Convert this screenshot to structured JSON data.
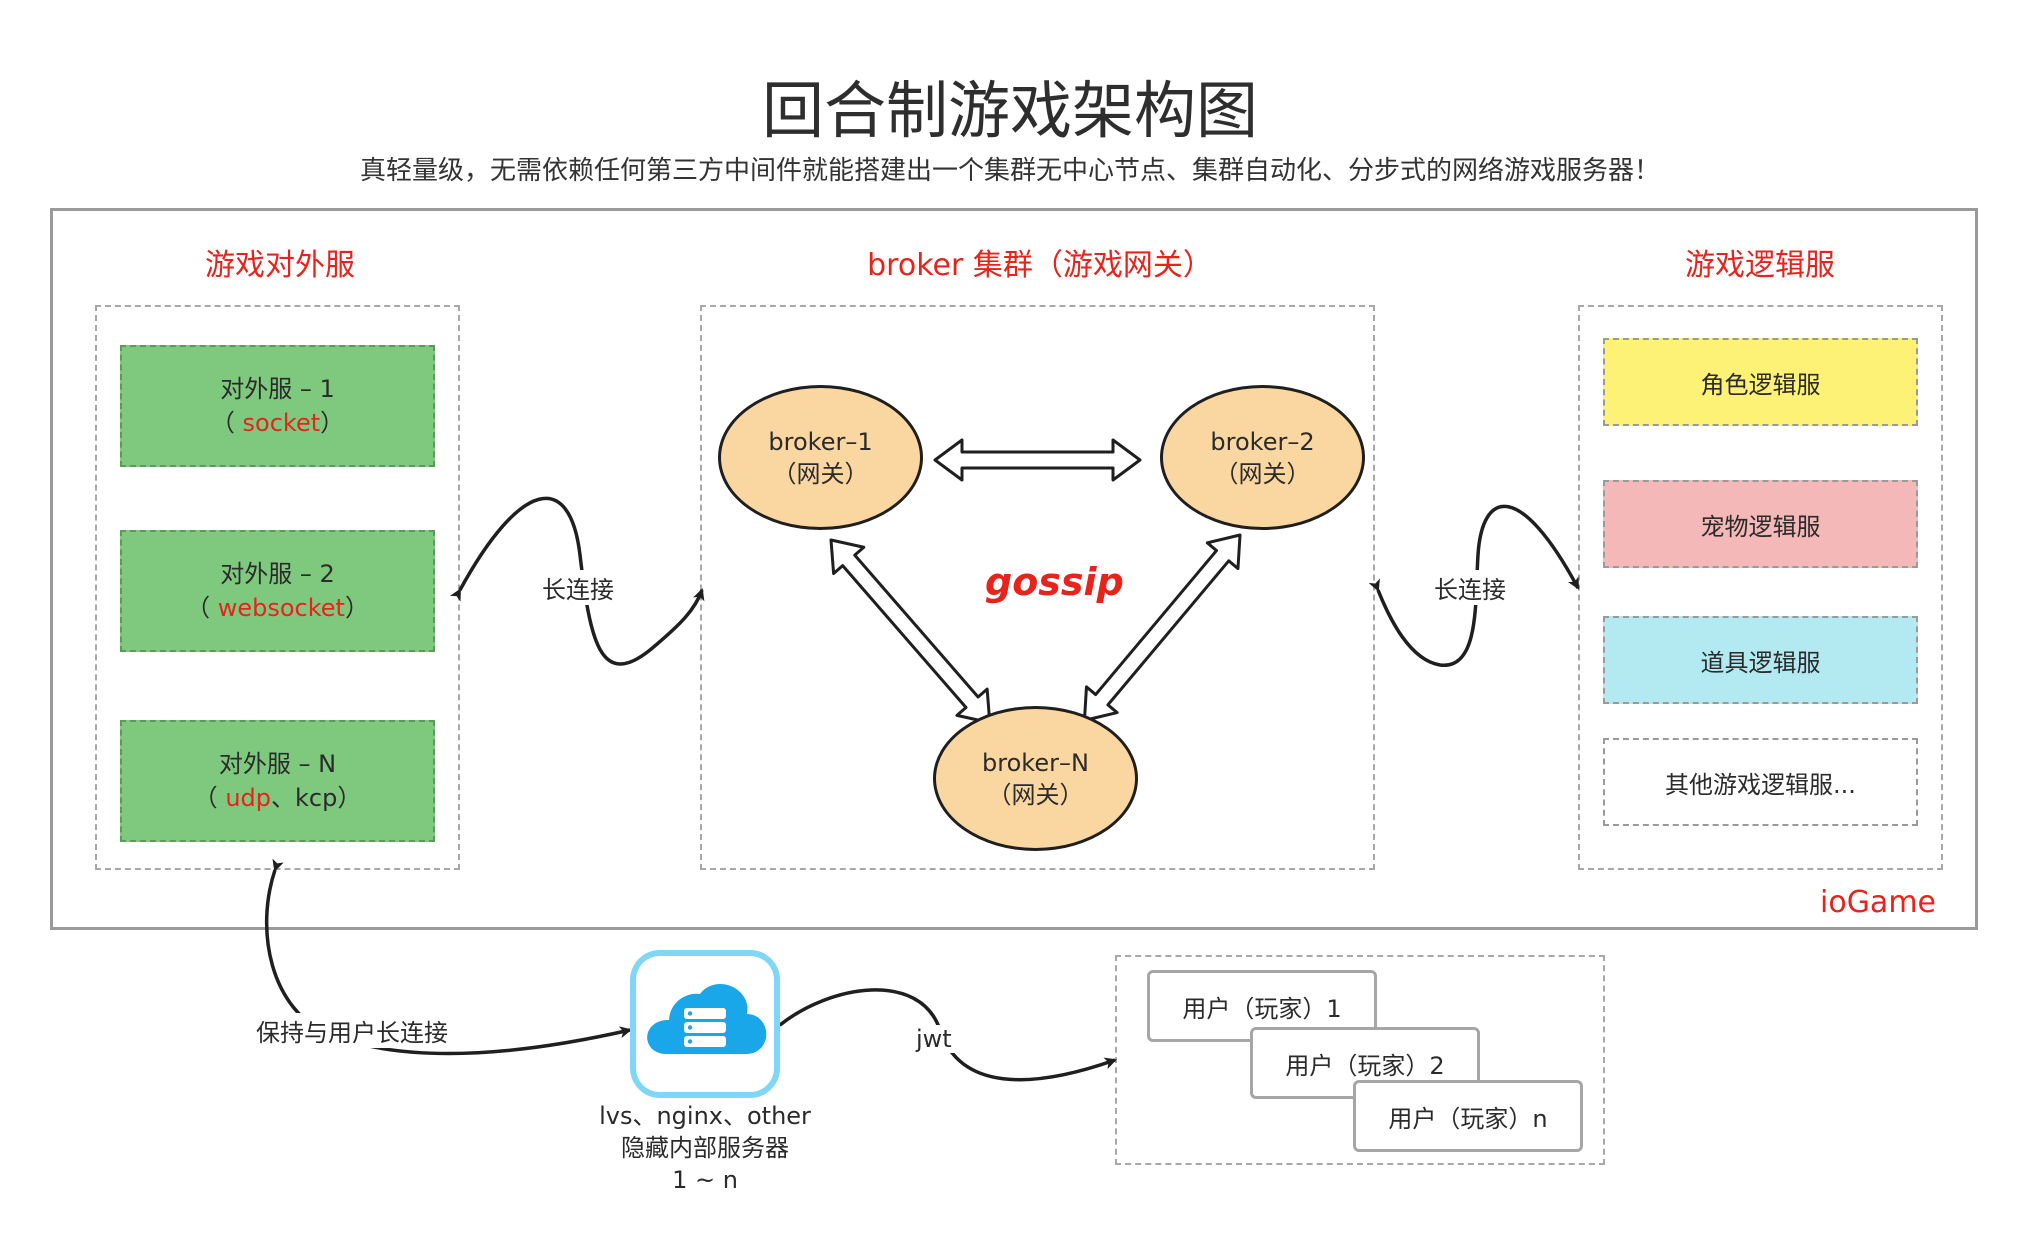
{
  "title": "回合制游戏架构图",
  "subtitle": "真轻量级，无需依赖任何第三方中间件就能搭建出一个集群无中心节点、集群自动化、分步式的网络游戏服务器！",
  "sections": {
    "external": "游戏对外服",
    "broker": "broker 集群（游戏网关）",
    "logic": "游戏逻辑服"
  },
  "external_servers": [
    {
      "name": "对外服 – 1",
      "open": "（ ",
      "protocol": "socket",
      "rest": "",
      "close": "）"
    },
    {
      "name": "对外服 – 2",
      "open": "（ ",
      "protocol": "websocket",
      "rest": "",
      "close": "）"
    },
    {
      "name": "对外服 – N",
      "open": "（ ",
      "protocol": "udp",
      "rest": "、kcp",
      "close": "）"
    }
  ],
  "brokers": [
    {
      "name": "broker–1",
      "sub": "（网关）"
    },
    {
      "name": "broker–2",
      "sub": "（网关）"
    },
    {
      "name": "broker–N",
      "sub": "（网关）"
    }
  ],
  "gossip": "gossip",
  "long_connection_left": "长连接",
  "long_connection_right": "长连接",
  "logic_servers": [
    "角色逻辑服",
    "宠物逻辑服",
    "道具逻辑服",
    "其他游戏逻辑服..."
  ],
  "frame_label": "ioGame",
  "keep_connection": "保持与用户长连接",
  "jwt": "jwt",
  "lb": {
    "line1": "lvs、nginx、other",
    "line2": "隐藏内部服务器",
    "line3": "1 ~ n"
  },
  "users": [
    "用户（玩家）1",
    "用户（玩家）2",
    "用户（玩家）n"
  ],
  "colors": {
    "accent_red": "#e8231b",
    "green_box": "#7fc97f",
    "broker_fill": "#fad7a0",
    "role_box": "#fdf276",
    "pet_box": "#f4b8b8",
    "item_box": "#b3eaf2",
    "cloud_icon": "#1aa7ea"
  }
}
